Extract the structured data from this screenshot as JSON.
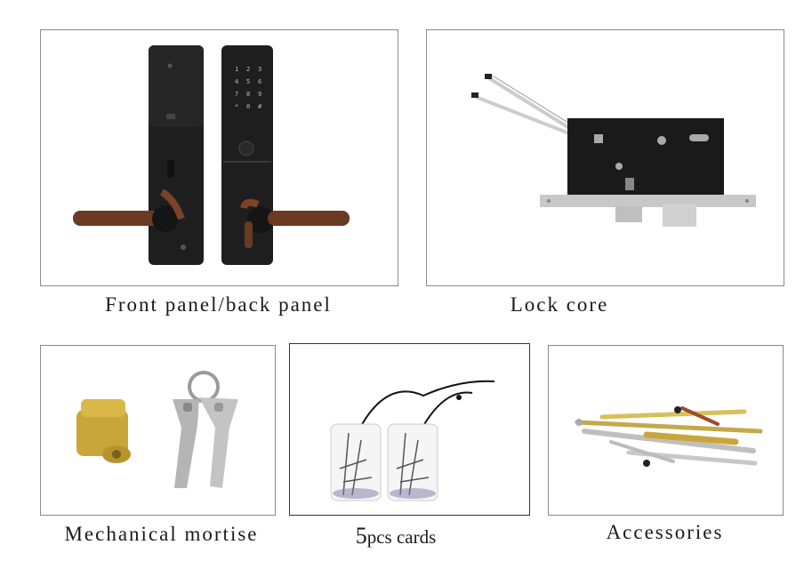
{
  "panels": [
    {
      "caption": "Front panel/back panel",
      "image": "lock-panels-photo"
    },
    {
      "caption": "Lock core",
      "image": "mortise-lock-core-photo"
    },
    {
      "caption": "Mechanical mortise",
      "image": "cylinder-and-keys-photo"
    },
    {
      "caption_num": "5",
      "caption_rest": "pcs cards",
      "image": "rfid-key-fob-cards-photo"
    },
    {
      "caption": "Accessories",
      "image": "screws-and-hardware-photo"
    }
  ]
}
